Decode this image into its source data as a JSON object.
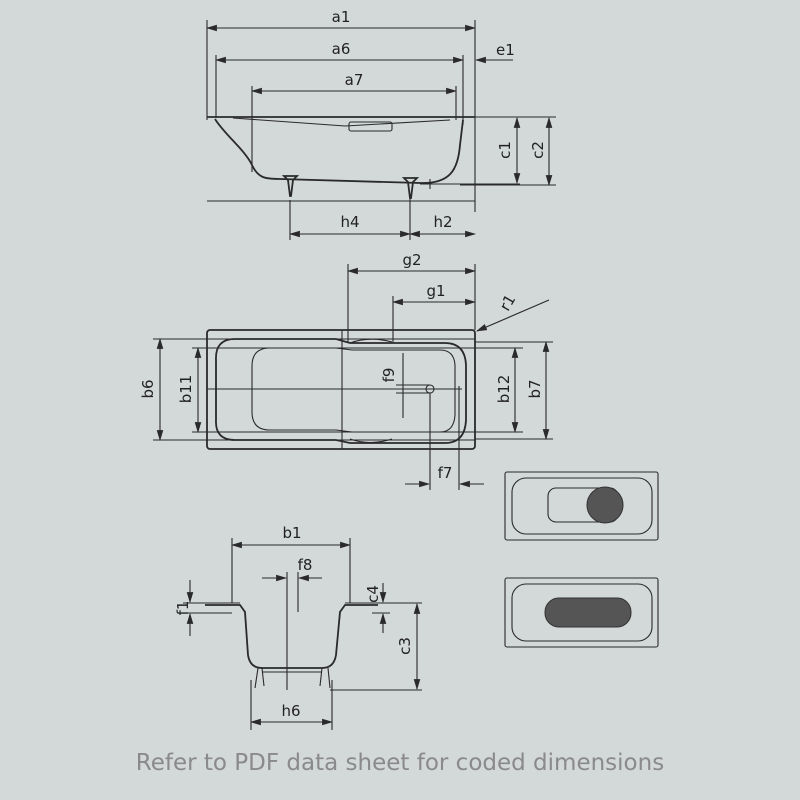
{
  "labels": {
    "side_view": {
      "a1": "a1",
      "a6": "a6",
      "a7": "a7",
      "e1": "e1",
      "c1": "c1",
      "c2": "c2",
      "h4": "h4",
      "h2": "h2"
    },
    "plan_view": {
      "g2": "g2",
      "g1": "g1",
      "r1": "r1",
      "b6": "b6",
      "b11": "b11",
      "b12": "b12",
      "b7": "b7",
      "f9": "f9",
      "f7": "f7"
    },
    "section_view": {
      "b1": "b1",
      "f8": "f8",
      "f1": "f1",
      "c4": "c4",
      "c3": "c3",
      "h6": "h6"
    }
  },
  "caption": "Refer to PDF data sheet for coded dimensions",
  "colors": {
    "background": "#d3d8d8",
    "line": "#2a2a2a",
    "caption": "#8a8a8a"
  }
}
